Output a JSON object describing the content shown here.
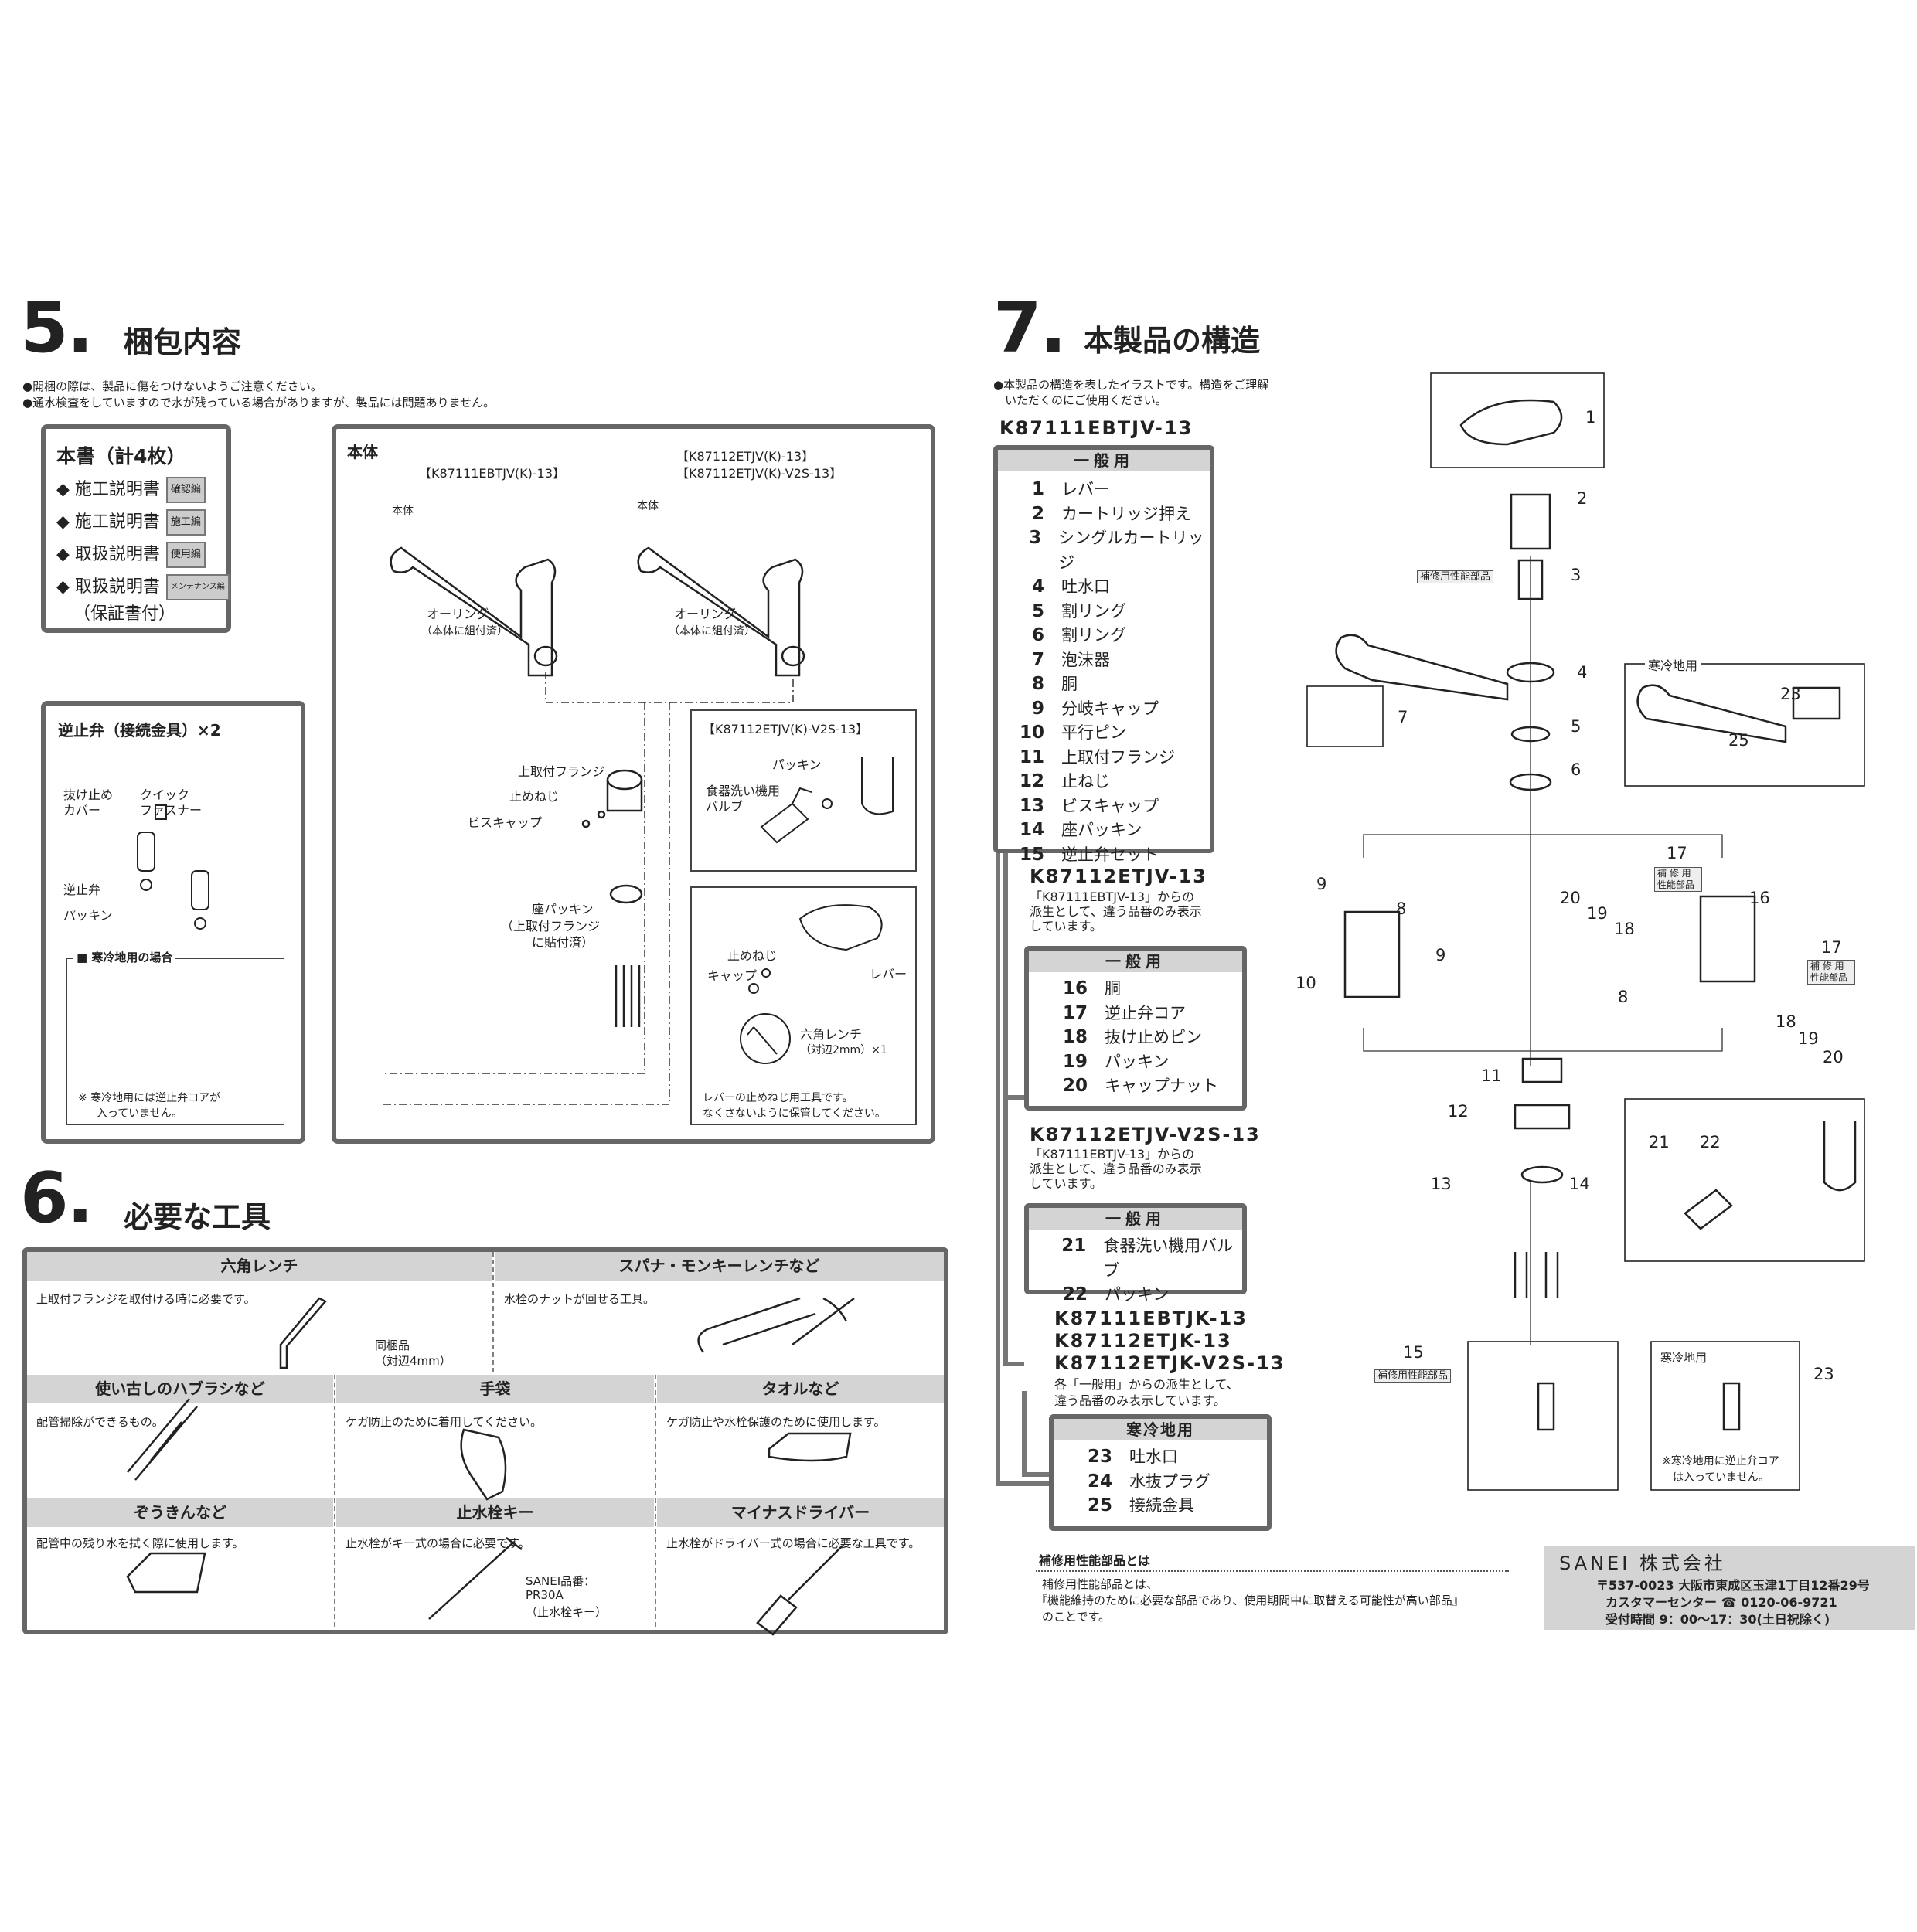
{
  "section5": {
    "number": "5.",
    "title": "梱包内容",
    "notes": [
      "●開梱の際は、製品に傷をつけないようご注意ください。",
      "●通水検査をしていますので水が残っている場合がありますが、製品には問題ありません。"
    ],
    "docs": {
      "title": "本書（計4枚）",
      "items": [
        {
          "label": "◆ 施工説明書",
          "badge": "確認編"
        },
        {
          "label": "◆ 施工説明書",
          "badge": "施工編"
        },
        {
          "label": "◆ 取扱説明書",
          "badge": "使用編"
        },
        {
          "label": "◆ 取扱説明書",
          "badge": "メンテナンス編",
          "sub": "（保証書付）"
        }
      ]
    },
    "body": {
      "title": "本体",
      "model_a": "【K87111EBTJV(K)-13】",
      "model_b1": "【K87112ETJV(K)-13】",
      "model_b2": "【K87112ETJV(K)-V2S-13】",
      "body_label": "本体",
      "oring": "オーリング",
      "oring_note": "（本体に組付済）",
      "flange": "上取付フランジ",
      "screw": "止めねじ",
      "bis_cap": "ビスキャップ",
      "seat_packing": "座パッキン",
      "seat_note1": "（上取付フランジ",
      "seat_note2": "に貼付済）",
      "v2s": {
        "title": "【K87112ETJV(K)-V2S-13】",
        "packing": "パッキン",
        "valve1": "食器洗い機用",
        "valve2": "バルブ"
      },
      "lever": {
        "screw": "止めねじ",
        "cap": "キャップ",
        "lever": "レバー",
        "wrench": "六角レンチ",
        "wrench_size": "（対辺2mm）×1",
        "note1": "レバーの止めねじ用工具です。",
        "note2": "なくさないように保管してください。"
      }
    },
    "check_valve": {
      "title": "逆止弁（接続金具）×2",
      "cover1": "抜け止め",
      "cover2": "カバー",
      "fastener1": "クイック",
      "fastener2": "ファスナー",
      "valve": "逆止弁",
      "packing": "パッキン",
      "cold_title": "■ 寒冷地用の場合",
      "cold_note1": "※ 寒冷地用には逆止弁コアが",
      "cold_note2": "入っていません。"
    }
  },
  "section6": {
    "number": "6.",
    "title": "必要な工具",
    "tools": [
      {
        "name": "六角レンチ",
        "desc": "上取付フランジを取付ける時に必要です。",
        "note": [
          "同梱品",
          "（対辺4mm）"
        ]
      },
      {
        "name": "スパナ・モンキーレンチなど",
        "desc": "水栓のナットが回せる工具。"
      },
      {
        "name": "使い古しのハブラシなど",
        "desc": "配管掃除ができるもの。"
      },
      {
        "name": "手袋",
        "desc": "ケガ防止のために着用してください。"
      },
      {
        "name": "タオルなど",
        "desc": "ケガ防止や水栓保護のために使用します。"
      },
      {
        "name": "ぞうきんなど",
        "desc": "配管中の残り水を拭く際に使用します。"
      },
      {
        "name": "止水栓キー",
        "desc": "止水栓がキー式の場合に必要です。",
        "note": [
          "SANEI品番：",
          "PR30A",
          "（止水栓キー）"
        ]
      },
      {
        "name": "マイナスドライバー",
        "desc": "止水栓がドライバー式の場合に必要な工具です。"
      }
    ]
  },
  "section7": {
    "number": "7.",
    "title": "本製品の構造",
    "notes": [
      "●本製品の構造を表したイラストです。構造をご理解",
      "いただくのにご使用ください。"
    ],
    "groups": [
      {
        "models": [
          "K87111EBTJV-13"
        ],
        "header": "一般用",
        "parts": [
          [
            "1",
            "レバー"
          ],
          [
            "2",
            "カートリッジ押え"
          ],
          [
            "3",
            "シングルカートリッジ"
          ],
          [
            "4",
            "吐水口"
          ],
          [
            "5",
            "割リング"
          ],
          [
            "6",
            "割リング"
          ],
          [
            "7",
            "泡沫器"
          ],
          [
            "8",
            "胴"
          ],
          [
            "9",
            "分岐キャップ"
          ],
          [
            "10",
            "平行ピン"
          ],
          [
            "11",
            "上取付フランジ"
          ],
          [
            "12",
            "止ねじ"
          ],
          [
            "13",
            "ビスキャップ"
          ],
          [
            "14",
            "座パッキン"
          ],
          [
            "15",
            "逆止弁セット"
          ]
        ]
      },
      {
        "models": [
          "K87112ETJV-13"
        ],
        "desc": [
          "「K87111EBTJV-13」からの",
          "派生として、違う品番のみ表示",
          "しています。"
        ],
        "header": "一般用",
        "parts": [
          [
            "16",
            "胴"
          ],
          [
            "17",
            "逆止弁コア"
          ],
          [
            "18",
            "抜け止めピン"
          ],
          [
            "19",
            "パッキン"
          ],
          [
            "20",
            "キャップナット"
          ]
        ]
      },
      {
        "models": [
          "K87112ETJV-V2S-13"
        ],
        "desc": [
          "「K87111EBTJV-13」からの",
          "派生として、違う品番のみ表示",
          "しています。"
        ],
        "header": "一般用",
        "parts": [
          [
            "21",
            "食器洗い機用バルブ"
          ],
          [
            "22",
            "パッキン"
          ]
        ]
      },
      {
        "models": [
          "K87111EBTJK-13",
          "K87112ETJK-13",
          "K87112ETJK-V2S-13"
        ],
        "desc": [
          "各「一般用」からの派生として、",
          "違う品番のみ表示しています。"
        ],
        "header": "寒冷地用",
        "parts": [
          [
            "23",
            "吐水口"
          ],
          [
            "24",
            "水抜プラグ"
          ],
          [
            "25",
            "接続金具"
          ]
        ]
      }
    ],
    "diagram": {
      "repair_label": "補修用性能部品",
      "repair_label_split": "補 修 用 性能部品",
      "cold_label": "寒冷地用",
      "cold_note1": "※寒冷地用に逆止弁コア",
      "cold_note2": "は入っていません。",
      "callouts": [
        "1",
        "2",
        "3",
        "4",
        "5",
        "6",
        "7",
        "23",
        "25",
        "9",
        "8",
        "9",
        "10",
        "17",
        "16",
        "20",
        "19",
        "18",
        "8",
        "17",
        "18",
        "19",
        "20",
        "11",
        "12",
        "13",
        "14",
        "21",
        "22",
        "15",
        "23"
      ]
    },
    "repair_def": {
      "title": "補修用性能部品とは",
      "lines": [
        "補修用性能部品とは、",
        "『機能維持のために必要な部品であり、使用期間中に取替える可能性が高い部品』",
        "のことです。"
      ]
    },
    "company": {
      "name": "SANEI 株式会社",
      "address": "〒537-0023 大阪市東成区玉津1丁目12番29号",
      "phone": "カスタマーセンター ☎ 0120-06-9721",
      "hours": "受付時間 9：00〜17：30(土日祝除く)"
    }
  }
}
